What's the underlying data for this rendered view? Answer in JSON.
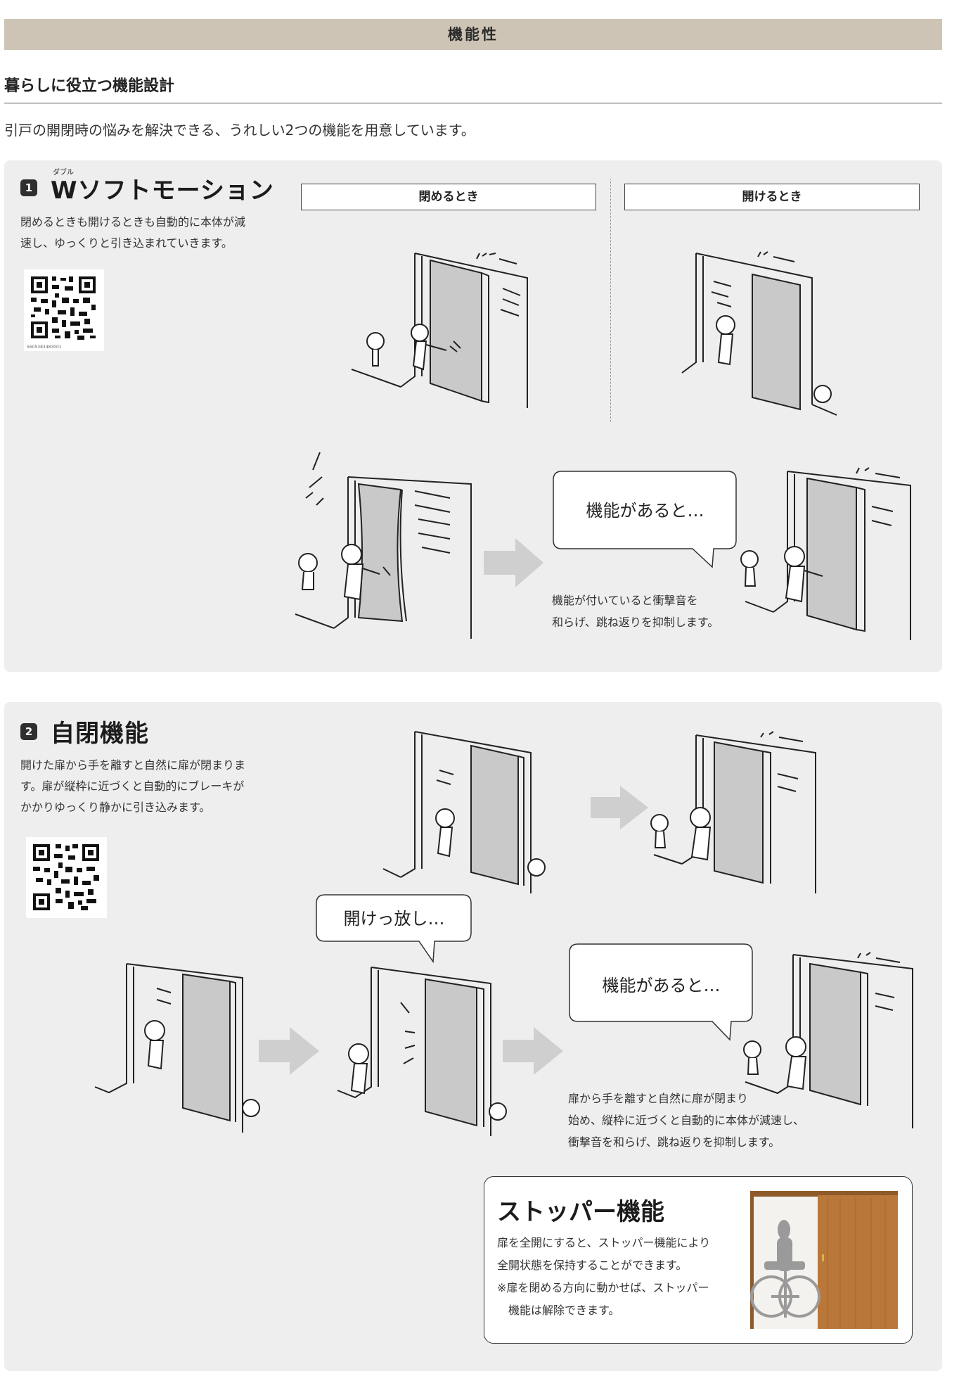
{
  "header": {
    "title": "機能性"
  },
  "subheading": "暮らしに役立つ機能設計",
  "intro": "引戸の開閉時の悩みを解決できる、うれしい2つの機能を用意しています。",
  "section1": {
    "number": "1",
    "ruby": "ダブル",
    "title": "Wソフトモーション",
    "description_lines": [
      "閉めるときも開けるときも自動的に本体が減",
      "速し、ゆっくりと引き込まれていきます。"
    ],
    "qr_code_text": "5605383483001",
    "label_close": "閉めるとき",
    "label_open": "開けるとき",
    "bubble": "機能があると…",
    "caption_lines": [
      "機能が付いていると衝撃音を",
      "和らげ、跳ね返りを抑制します。"
    ]
  },
  "section2": {
    "number": "2",
    "title": "自閉機能",
    "description_lines": [
      "開けた扉から手を離すと自然に扉が閉まりま",
      "す。扉が縦枠に近づくと自動的にブレーキが",
      "かかりゆっくり静かに引き込みます。"
    ],
    "bubble_left": "開けっ放し…",
    "bubble_right": "機能があると…",
    "caption_lines": [
      "扉から手を離すと自然に扉が閉まり",
      "始め、縦枠に近づくと自動的に本体が減速し、",
      "衝撃音を和らげ、跳ね返りを抑制します。"
    ]
  },
  "stopper": {
    "title": "ストッパー機能",
    "lines": [
      "扉を全開にすると、ストッパー機能により",
      "全開状態を保持することができます。",
      "※扉を閉める方向に動かせば、ストッパー",
      "　機能は解除できます。"
    ]
  },
  "colors": {
    "header_bg": "#cdc4b5",
    "panel_bg": "#efeeee",
    "door_gray": "#c9c9c9",
    "arrow_gray": "#cfcfcf",
    "wood": "#b9773a"
  },
  "icons": [
    "qr-code-icon",
    "arrow-right-icon",
    "speech-bubble-icon",
    "door-illustration-icon",
    "child-figure-icon",
    "wheelchair-icon"
  ]
}
